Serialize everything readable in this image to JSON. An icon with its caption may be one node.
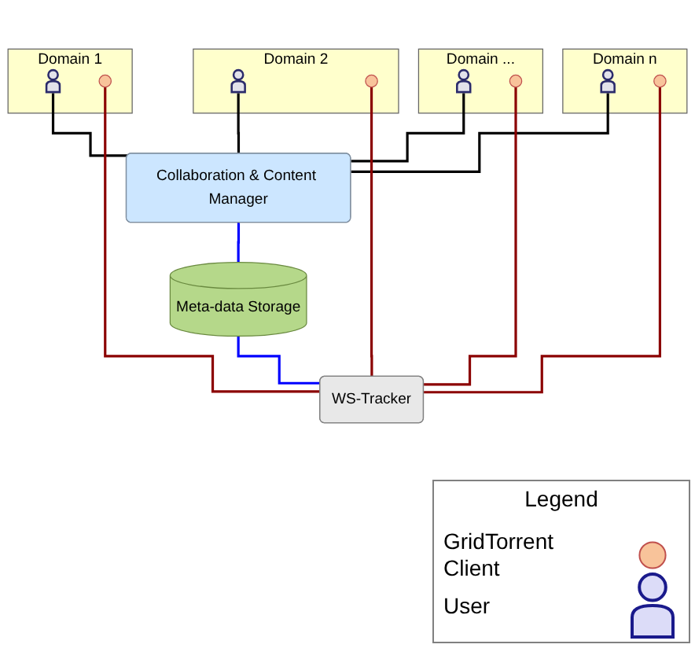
{
  "diagram": {
    "nodes": [
      {
        "text": [
          "Domain 1"
        ]
      },
      {
        "text": [],
        "shape": "person",
        "in": 0
      },
      {
        "text": [],
        "shape": "circle",
        "in": 0
      },
      {
        "text": [
          "Domain 2"
        ]
      },
      {
        "text": [],
        "shape": "person",
        "in": 3
      },
      {
        "text": [],
        "shape": "circle",
        "in": 3
      },
      {
        "text": [
          "Domain ..."
        ]
      },
      {
        "text": [],
        "shape": "person",
        "in": 6
      },
      {
        "text": [],
        "shape": "circle",
        "in": 6
      },
      {
        "text": [
          "Domain n"
        ]
      },
      {
        "text": [],
        "shape": "person",
        "in": 9
      },
      {
        "text": [],
        "shape": "circle",
        "in": 9
      },
      {
        "text": [
          "Collaboration & Content Manager"
        ]
      },
      {
        "text": [
          "Meta-data Storage"
        ]
      },
      {
        "text": [
          "WS-Tracker"
        ]
      }
    ],
    "edges": [
      {
        "from": 1,
        "to": 12,
        "arrow": "none"
      },
      {
        "from": 4,
        "to": 12,
        "arrow": "none"
      },
      {
        "from": 7,
        "to": 12,
        "arrow": "none"
      },
      {
        "from": 10,
        "to": 12,
        "arrow": "none"
      },
      {
        "from": 2,
        "to": 14,
        "arrow": "none",
        "color": "#8b0000"
      },
      {
        "from": 5,
        "to": 14,
        "arrow": "none",
        "color": "#8b0000"
      },
      {
        "from": 8,
        "to": 14,
        "arrow": "none",
        "color": "#8b0000"
      },
      {
        "from": 11,
        "to": 14,
        "arrow": "none",
        "color": "#8b0000"
      },
      {
        "from": 12,
        "to": 13,
        "arrow": "none",
        "color": "#0000ff"
      },
      {
        "from": 13,
        "to": 14,
        "arrow": "none",
        "color": "#0000ff"
      }
    ],
    "labels": [
      "Legend"
    ],
    "legend": [
      {
        "text": "GridTorrent Client"
      },
      {
        "text": "User"
      }
    ]
  }
}
